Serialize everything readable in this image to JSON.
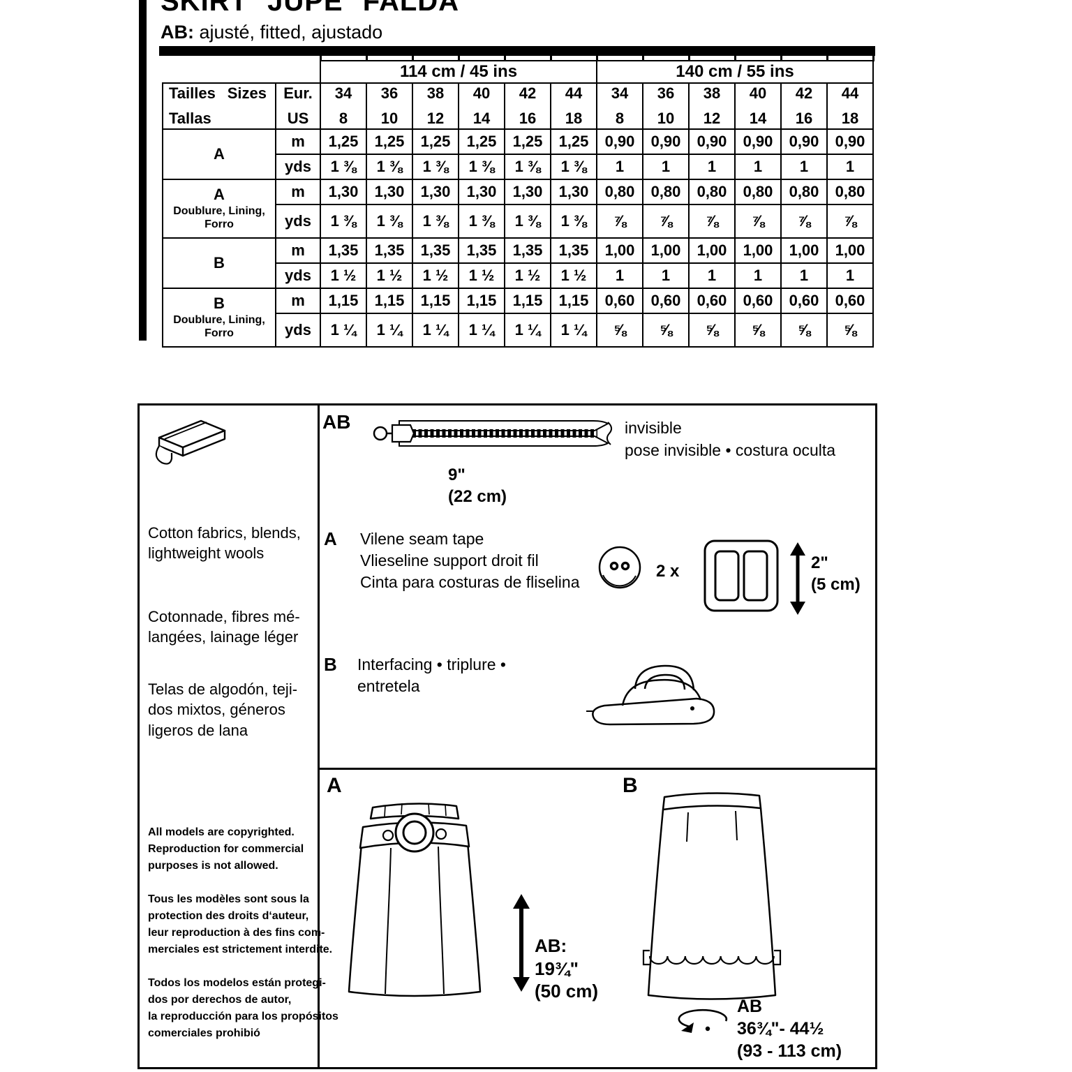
{
  "header": {
    "title": "SKIRT JUPE FALDA",
    "subtitle_bold": "AB:",
    "subtitle_rest": " ajusté, fitted, ajustado"
  },
  "table": {
    "width_groups": [
      "114 cm / 45 ins",
      "140 cm / 55 ins"
    ],
    "label_header": {
      "l1a": "Tailles",
      "l1b": "Sizes",
      "l2": "Tallas"
    },
    "unit_header": {
      "line1": "Eur.",
      "line2": "US"
    },
    "eur_sizes": [
      "34",
      "36",
      "38",
      "40",
      "42",
      "44"
    ],
    "us_sizes": [
      "8",
      "10",
      "12",
      "14",
      "16",
      "18"
    ],
    "rows": [
      {
        "label": "A",
        "sublabel": "",
        "m": [
          "1,25",
          "1,25",
          "1,25",
          "1,25",
          "1,25",
          "1,25",
          "0,90",
          "0,90",
          "0,90",
          "0,90",
          "0,90",
          "0,90"
        ],
        "yds": [
          "1 ⅜",
          "1 ⅜",
          "1 ⅜",
          "1 ⅜",
          "1 ⅜",
          "1 ⅜",
          "1",
          "1",
          "1",
          "1",
          "1",
          "1"
        ]
      },
      {
        "label": "A",
        "sublabel": "Doublure, Lining,\nForro",
        "m": [
          "1,30",
          "1,30",
          "1,30",
          "1,30",
          "1,30",
          "1,30",
          "0,80",
          "0,80",
          "0,80",
          "0,80",
          "0,80",
          "0,80"
        ],
        "yds": [
          "1 ⅜",
          "1 ⅜",
          "1 ⅜",
          "1 ⅜",
          "1 ⅜",
          "1 ⅜",
          "⅞",
          "⅞",
          "⅞",
          "⅞",
          "⅞",
          "⅞"
        ]
      },
      {
        "label": "B",
        "sublabel": "",
        "m": [
          "1,35",
          "1,35",
          "1,35",
          "1,35",
          "1,35",
          "1,35",
          "1,00",
          "1,00",
          "1,00",
          "1,00",
          "1,00",
          "1,00"
        ],
        "yds": [
          "1 ½",
          "1 ½",
          "1 ½",
          "1 ½",
          "1 ½",
          "1 ½",
          "1",
          "1",
          "1",
          "1",
          "1",
          "1"
        ]
      },
      {
        "label": "B",
        "sublabel": "Doublure, Lining,\nForro",
        "m": [
          "1,15",
          "1,15",
          "1,15",
          "1,15",
          "1,15",
          "1,15",
          "0,60",
          "0,60",
          "0,60",
          "0,60",
          "0,60",
          "0,60"
        ],
        "yds": [
          "1 ¼",
          "1 ¼",
          "1 ¼",
          "1 ¼",
          "1 ¼",
          "1 ¼",
          "⅝",
          "⅝",
          "⅝",
          "⅝",
          "⅝",
          "⅝"
        ]
      }
    ]
  },
  "fabrics": {
    "en": "Cotton fabrics, blends,\nlightweight wools",
    "fr": "Cotonnade, fibres mé-\nlangées, lainage léger",
    "es": "Telas de algodón, teji-\ndos mixtos, géneros\nligeros de lana"
  },
  "copyright": {
    "en": "All models are copyrighted.\nReproduction for commercial\npurposes is not allowed.",
    "fr": "Tous les modèles sont sous la\nprotection des droits d‘auteur,\nleur reproduction à des fins com-\nmerciales est strictement interdite.",
    "es": "Todos los modelos están protegi-\ndos por derechos de autor,\nla reproducción para los propósitos\ncomerciales prohibió"
  },
  "notions": {
    "zipper_view": "AB",
    "zipper_size": "9\"\n(22 cm)",
    "zipper_type": "invisible\npose invisible • costura oculta",
    "tape_view": "A",
    "tape_text": "Vilene seam tape\nVlieseline support droit fil\nCinta para costuras de fliselina",
    "button_qty": "2 x",
    "buckle_size": "2\"\n(5 cm)",
    "interfacing_view": "B",
    "interfacing_text": "Interfacing • triplure •\nentretela"
  },
  "views": {
    "a": "A",
    "b": "B",
    "length_text": "AB:\n19¾\"\n(50 cm)",
    "girth_text": "AB\n36¾\"- 44½\n(93 - 113 cm)"
  }
}
